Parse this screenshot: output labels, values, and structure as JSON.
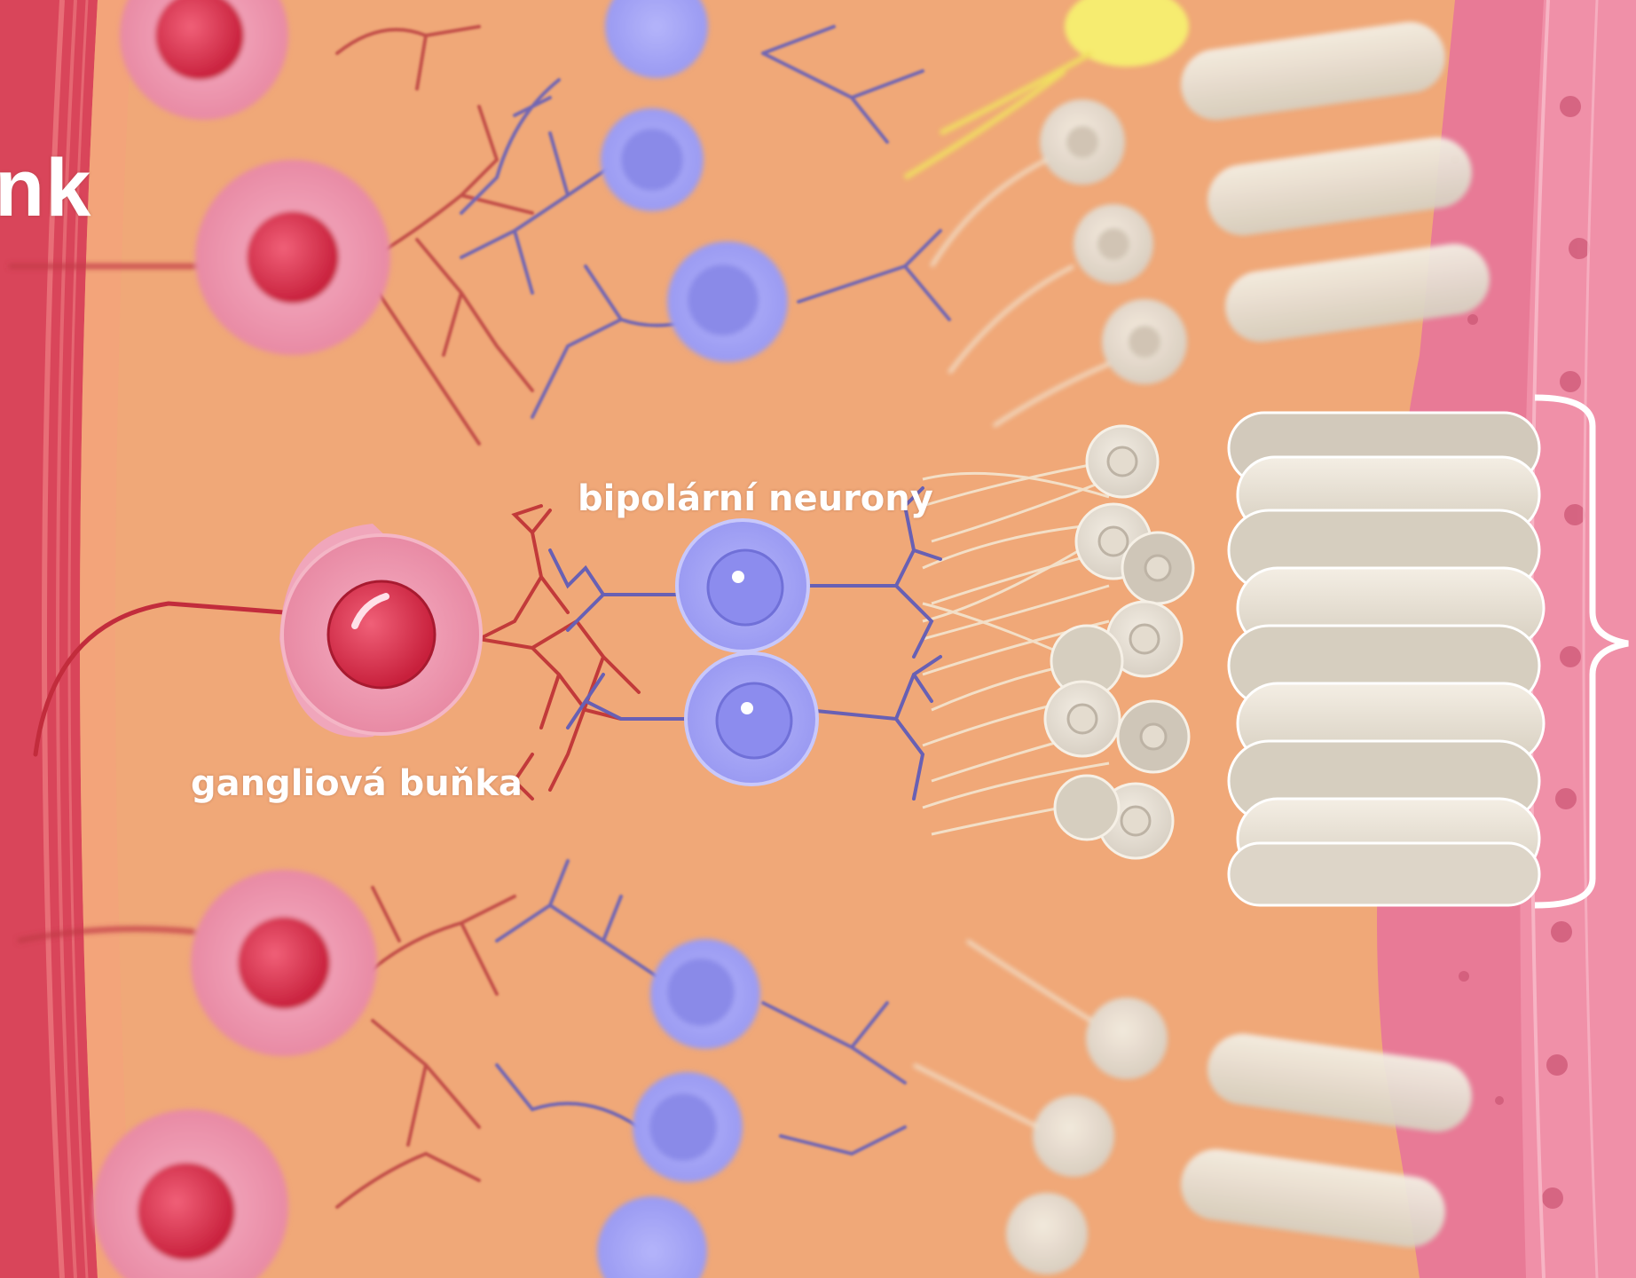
{
  "title_fragment": "nk",
  "labels": {
    "bipolar_neurons": "bipolární neurony",
    "ganglion_cell": "gangliová buňka"
  },
  "colors": {
    "background": "#f0a878",
    "ganglion_cell": "#e2405c",
    "bipolar_cell": "#8e8ef0",
    "photoreceptor": "#e6dfd2",
    "epithelium": "#e87896",
    "dendrite_red": "#b84040",
    "dendrite_blue": "#6a5aa8",
    "bracket": "#ffffff"
  },
  "icons": [
    "ganglion-cell",
    "bipolar-neuron",
    "photoreceptor-rod",
    "curly-bracket"
  ]
}
